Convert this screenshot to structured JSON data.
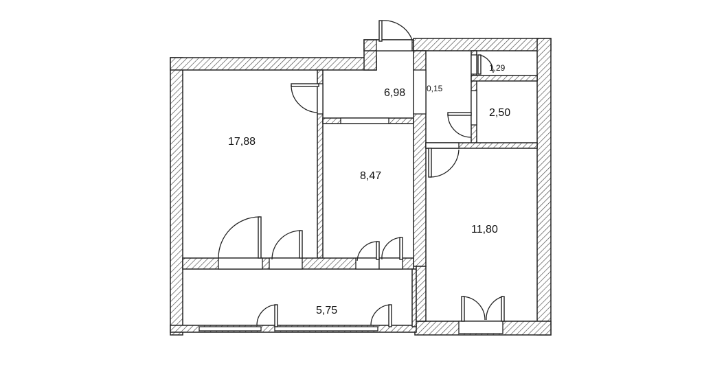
{
  "plan": {
    "rooms": [
      {
        "id": "room-left-large",
        "area": "17,88"
      },
      {
        "id": "room-middle",
        "area": "8,47"
      },
      {
        "id": "room-hall",
        "area": "6,98"
      },
      {
        "id": "room-small-tiny",
        "area": "1,29"
      },
      {
        "id": "room-bath",
        "area": "2,50"
      },
      {
        "id": "room-right",
        "area": "11,80"
      },
      {
        "id": "room-corridor-bottom",
        "area": "5,75"
      },
      {
        "id": "niche",
        "area": "0,15"
      }
    ]
  }
}
